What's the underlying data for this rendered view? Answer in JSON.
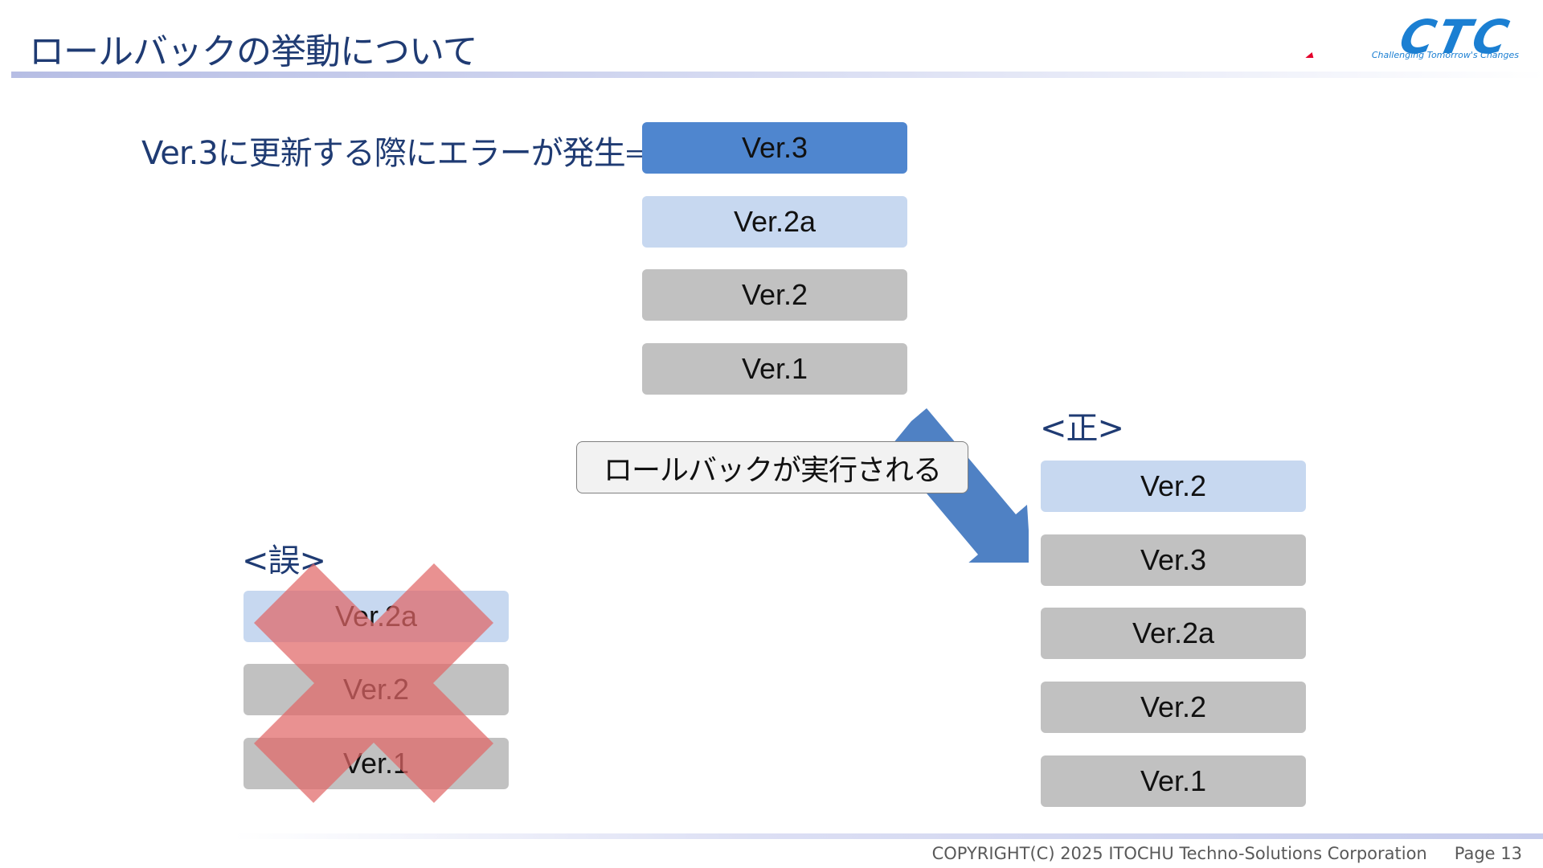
{
  "slide": {
    "title": "ロールバックの挙動について",
    "logo": {
      "word": "CTC",
      "tagline": "Challenging Tomorrow's Changes"
    },
    "error_caption": "Ver.3に更新する際にエラーが発生⇒",
    "callout": "ロールバックが実行される",
    "correct_label": "<正>",
    "wrong_label": "<誤>",
    "colors": {
      "accent_dark": "#4f86cf",
      "accent_light": "#c7d8f0",
      "gray": "#c1c1c1",
      "cross": "#e06666",
      "title": "#1f3b73"
    }
  },
  "stacks": {
    "initial": [
      "Ver.3",
      "Ver.2a",
      "Ver.2",
      "Ver.1"
    ],
    "correct": [
      "Ver.2",
      "Ver.3",
      "Ver.2a",
      "Ver.2",
      "Ver.1"
    ],
    "wrong": [
      "Ver.2a",
      "Ver.2",
      "Ver.1"
    ]
  },
  "footer": {
    "copyright": "COPYRIGHT(C) 2025 ITOCHU Techno-Solutions Corporation",
    "page": "Page 13"
  }
}
